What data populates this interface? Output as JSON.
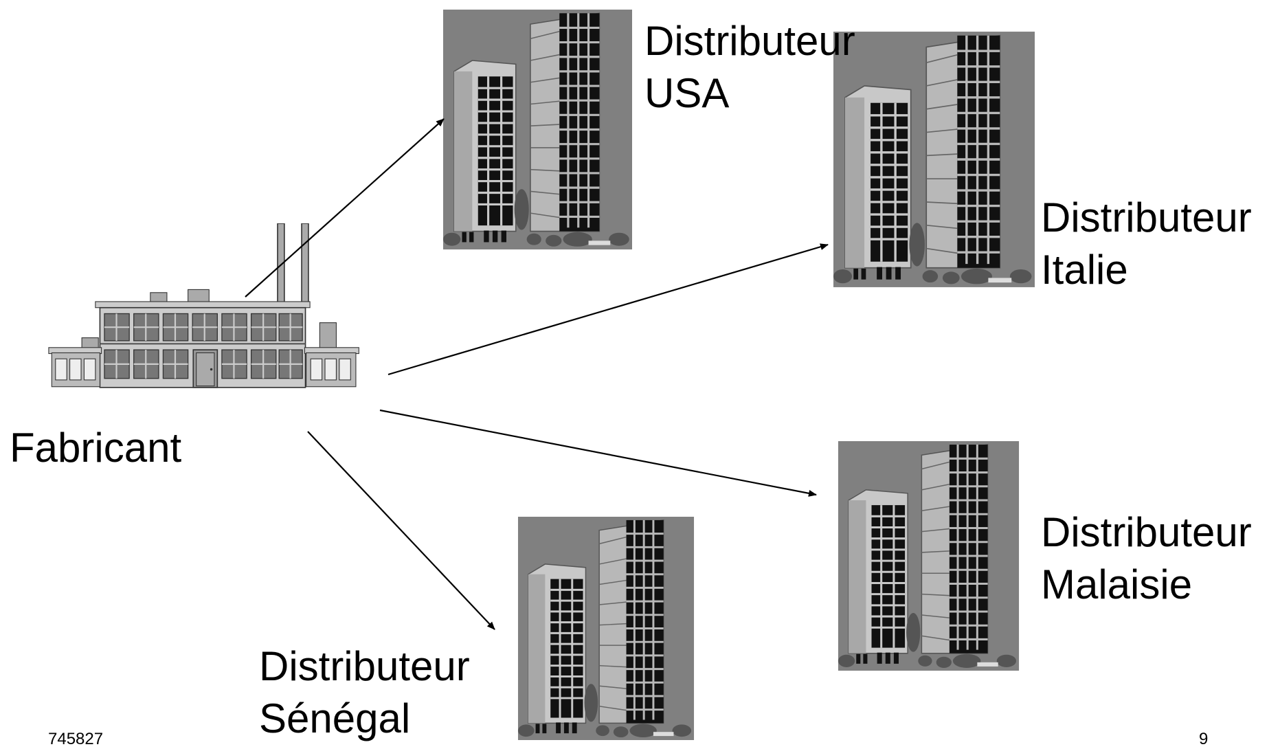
{
  "diagram": {
    "manufacturer": {
      "label": "Fabricant",
      "icon": "factory-icon"
    },
    "distributors": [
      {
        "id": "usa",
        "line1": "Distributeur",
        "line2": "USA",
        "icon": "office-building-icon"
      },
      {
        "id": "italie",
        "line1": "Distributeur",
        "line2": "Italie",
        "icon": "office-building-icon"
      },
      {
        "id": "malaisie",
        "line1": "Distributeur",
        "line2": "Malaisie",
        "icon": "office-building-icon"
      },
      {
        "id": "senegal",
        "line1": "Distributeur",
        "line2": "Sénégal",
        "icon": "office-building-icon"
      }
    ],
    "footer": {
      "left_text": "745827",
      "page_number": "9"
    }
  },
  "colors": {
    "building_background": "#808080",
    "building_light": "#c0c0c0",
    "building_mid": "#a0a0a0",
    "window_dark": "#111111",
    "arrow": "#000000"
  }
}
